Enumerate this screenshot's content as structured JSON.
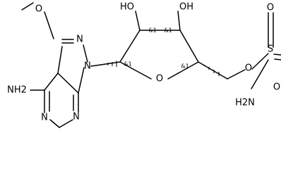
{
  "molecule": {
    "atoms": {
      "o_methoxy": "O",
      "n_ring_1": "N",
      "n_ring_2": "N",
      "nh2_left": "NH2",
      "n_pyrimidine_left": "N",
      "n_pyrimidine_right": "N",
      "oh_left": "HO",
      "oh_right": "OH",
      "o_ring": "O",
      "o_ester": "O",
      "s_atom": "S",
      "o_sulfonyl_top": "O",
      "o_sulfonyl_right": "O",
      "nh2_sulfamoyl": "H2N"
    },
    "stereo_labels": {
      "s1": "&1",
      "s2": "&1",
      "s3": "&1",
      "s4": "&1"
    }
  }
}
